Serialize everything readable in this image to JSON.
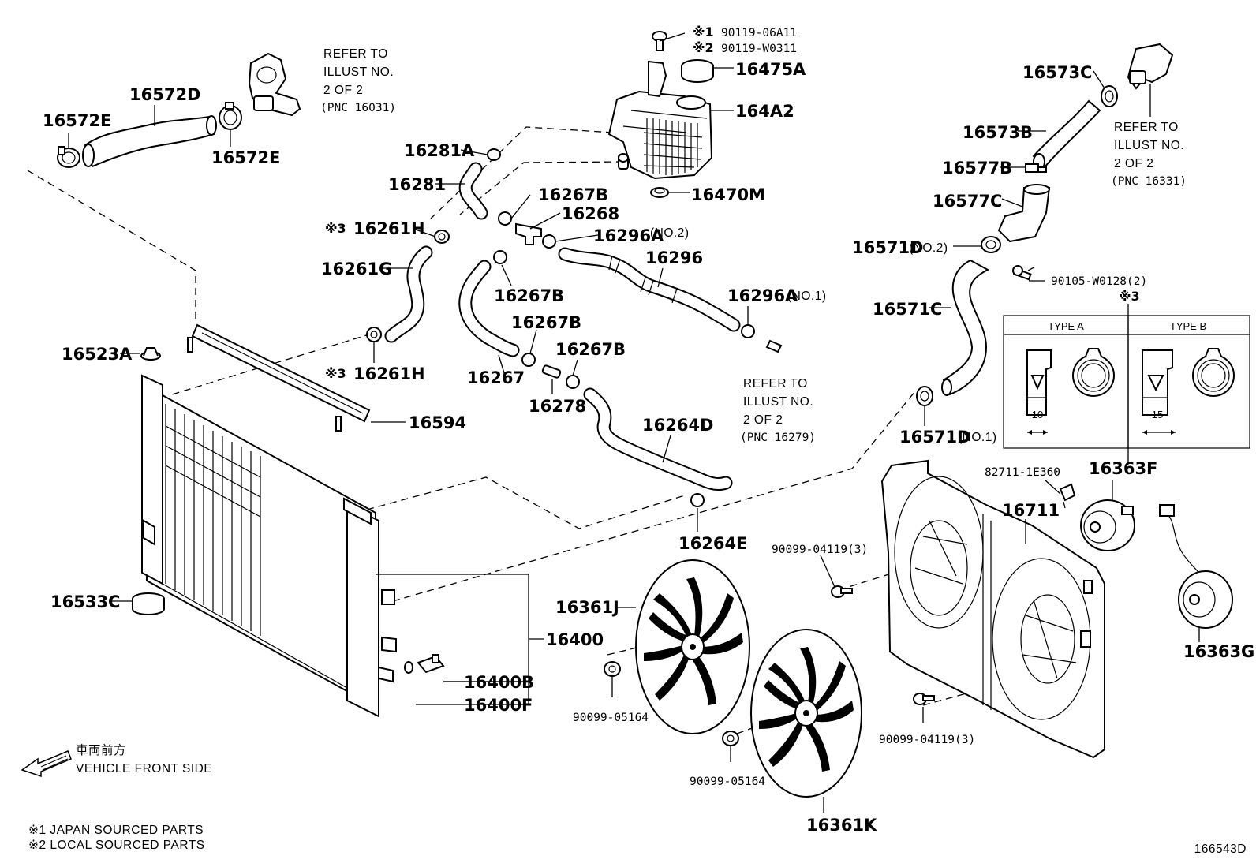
{
  "parts": {
    "p16572E_left": "16572E",
    "p16572D": "16572D",
    "p16572E_right": "16572E",
    "p16281A": "16281A",
    "p16281": "16281",
    "p16261H_top": "16261H",
    "p16261G": "16261G",
    "p16261H_bot": "16261H",
    "p16523A": "16523A",
    "p16594": "16594",
    "p16533C": "16533C",
    "p16400": "16400",
    "p16400B": "16400B",
    "p16400F": "16400F",
    "p16267B_a": "16267B",
    "p16268": "16268",
    "p16296A_no2": "16296A",
    "p16296": "16296",
    "p16296A_no1": "16296A",
    "p16267B_b": "16267B",
    "p16267B_c": "16267B",
    "p16267B_d": "16267B",
    "p16267": "16267",
    "p16278": "16278",
    "p16264D": "16264D",
    "p16264E": "16264E",
    "p16475A": "16475A",
    "p164A2": "164A2",
    "p16470M": "16470M",
    "p16573C": "16573C",
    "p16573B": "16573B",
    "p16577B": "16577B",
    "p16577C": "16577C",
    "p16571D_no2": "16571D",
    "p16571C": "16571C",
    "p16571D_no1": "16571D",
    "p16363F": "16363F",
    "p16711": "16711",
    "p16363G": "16363G",
    "p16361J": "16361J",
    "p16361K": "16361K"
  },
  "bolts": {
    "b90119_1": "90119-06A11",
    "b90119_2": "90119-W0311",
    "b90105": "90105-W0128(2)",
    "b82711": "82711-1E360",
    "b90099_04119_a": "90099-04119(3)",
    "b90099_04119_b": "90099-04119(3)",
    "b90099_05164_a": "90099-05164",
    "b90099_05164_b": "90099-05164"
  },
  "qualifiers": {
    "no2_a": "(NO.2)",
    "no1_a": "(NO.1)",
    "no2_b": "(NO.2)",
    "no1_b": "(NO.1)"
  },
  "marks": {
    "m1": "※1",
    "m2": "※2",
    "m3_a": "※3",
    "m3_b": "※3",
    "m3_c": "※3"
  },
  "refer_notes": {
    "n16031": [
      "REFER TO",
      "ILLUST NO.",
      "2 OF 2",
      "(PNC 16031)"
    ],
    "n16331": [
      "REFER TO",
      "ILLUST NO.",
      "2 OF 2",
      "(PNC 16331)"
    ],
    "n16279": [
      "REFER TO",
      "ILLUST NO.",
      "2 OF 2",
      "(PNC 16279)"
    ]
  },
  "clamp_table": {
    "type_a": "TYPE A",
    "type_b": "TYPE B",
    "dim_a": "10",
    "dim_b": "15"
  },
  "direction": {
    "jp": "車両前方",
    "en": "VEHICLE FRONT SIDE"
  },
  "footnotes": [
    "※1 JAPAN SOURCED PARTS",
    "※2 LOCAL SOURCED PARTS"
  ],
  "illustration_id": "166543D"
}
